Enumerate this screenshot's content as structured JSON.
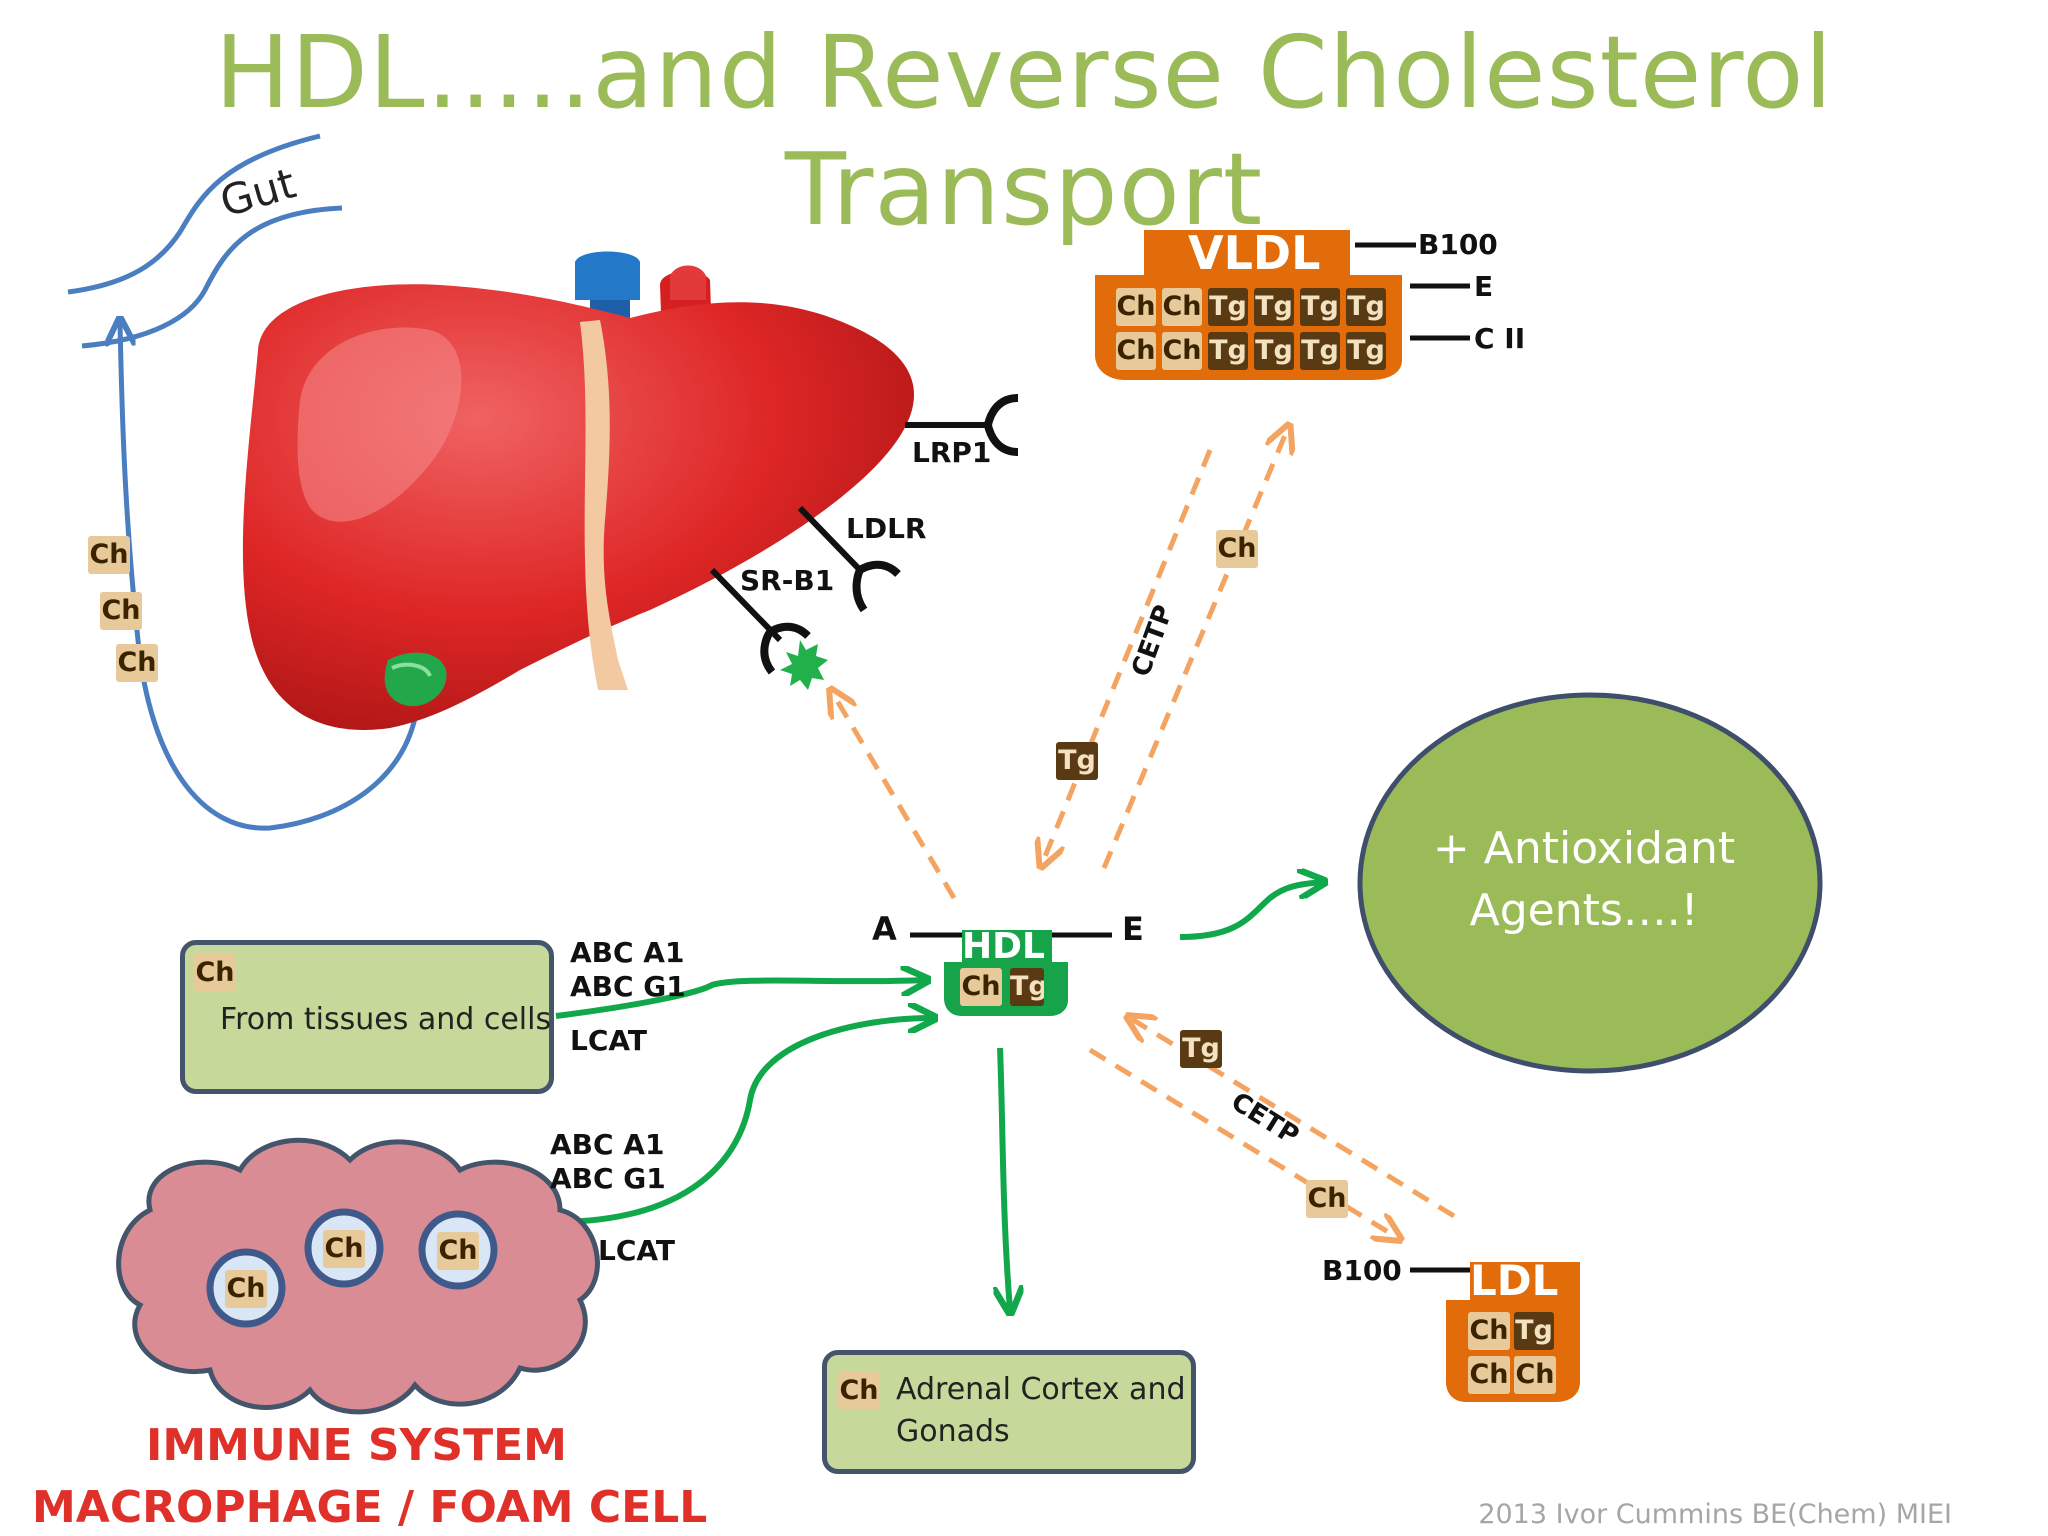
{
  "title": "HDL…..and Reverse Cholesterol Transport",
  "gut_label": "Gut",
  "chol": "Ch",
  "trig": "Tg",
  "receptors": {
    "lrp1": "LRP1",
    "ldlr": "LDLR",
    "srb1": "SR-B1"
  },
  "vldl": {
    "name": "VLDL",
    "apo_b100": "B100",
    "apo_e": "E",
    "apo_c2": "C II"
  },
  "cetp": "CETP",
  "hdl": {
    "name": "HDL",
    "apo_a": "A",
    "apo_e": "E"
  },
  "antioxidant": {
    "line1": "+ Antioxidant",
    "line2": "Agents….!"
  },
  "tissues": {
    "abc_a1": "ABC A1",
    "abc_g1": "ABC G1",
    "lcat": "LCAT",
    "text": "From tissues and cells"
  },
  "macrophage": {
    "abc_a1": "ABC A1",
    "abc_g1": "ABC G1",
    "lcat": "LCAT",
    "line1": "IMMUNE SYSTEM",
    "line2": "MACROPHAGE / FOAM CELL"
  },
  "adrenal": {
    "line1": "Adrenal Cortex and",
    "line2": "Gonads"
  },
  "ldl": {
    "name": "LDL",
    "apo_b100": "B100"
  },
  "credit": "2013 Ivor Cummins BE(Chem) MIEI",
  "colors": {
    "title": "#9bbb59",
    "green_arrow": "#10a84a",
    "orange_dash": "#f4a460",
    "orange_block": "#e36c0a",
    "blue_line": "#4a7ec0",
    "liver_red": "#e02a2a",
    "macrophage_pink": "#d98c94",
    "antioxidant_green": "#9bbb59",
    "immune_red": "#e0302a"
  }
}
